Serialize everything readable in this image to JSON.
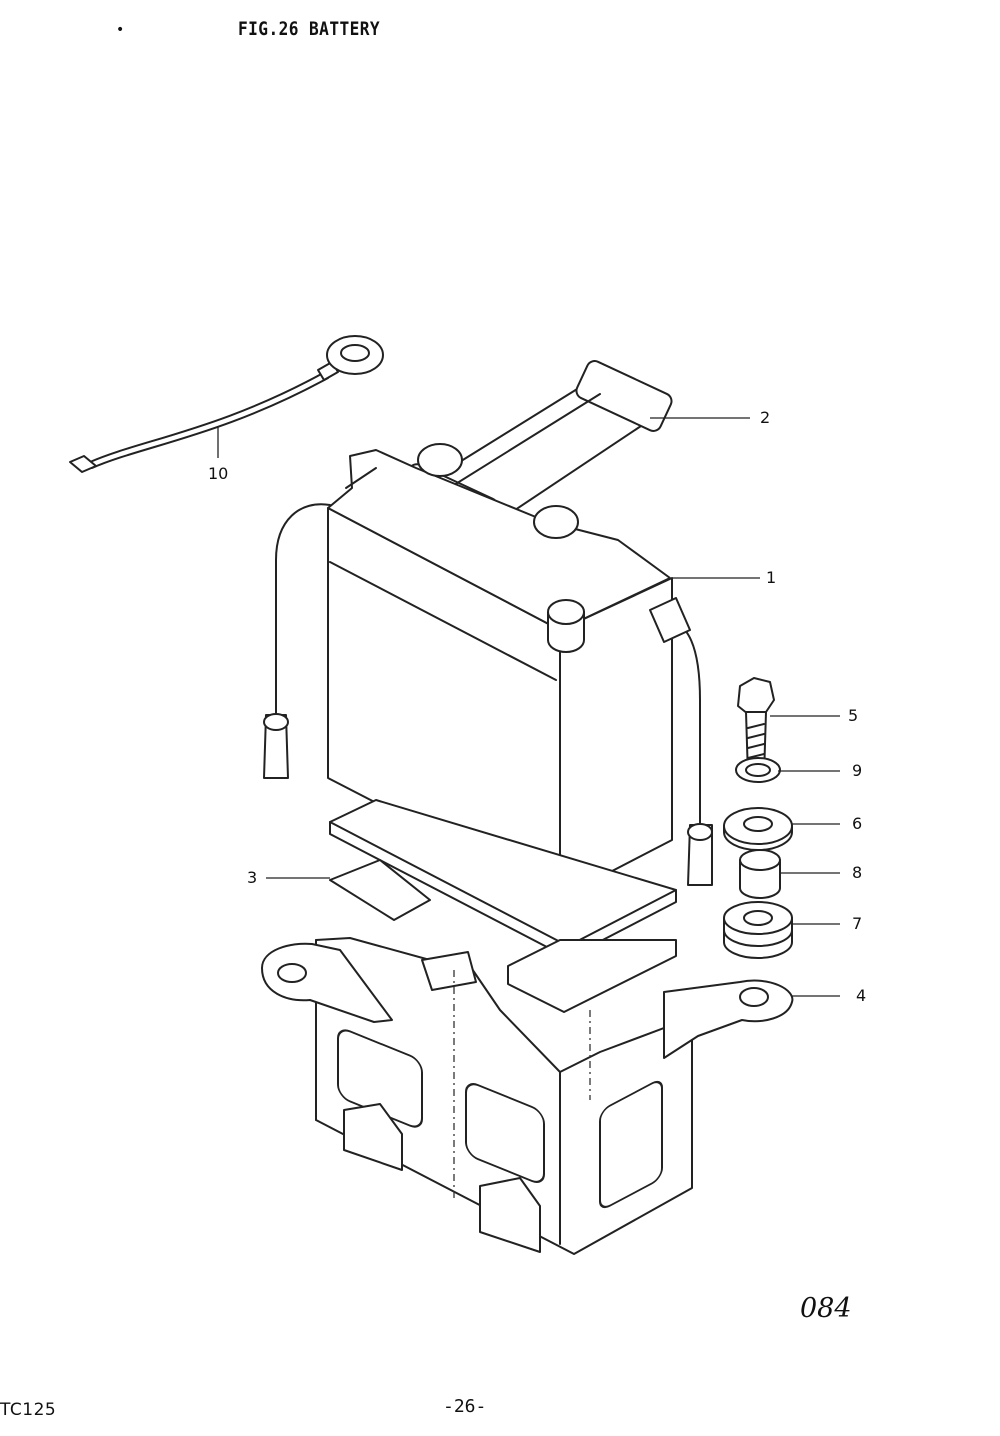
{
  "header": {
    "bullet": "•",
    "figure_title": "FIG.26  BATTERY"
  },
  "callouts": [
    {
      "id": "1",
      "label": "1"
    },
    {
      "id": "2",
      "label": "2"
    },
    {
      "id": "3",
      "label": "3"
    },
    {
      "id": "4",
      "label": "4"
    },
    {
      "id": "5",
      "label": "5"
    },
    {
      "id": "6",
      "label": "6"
    },
    {
      "id": "7",
      "label": "7"
    },
    {
      "id": "8",
      "label": "8"
    },
    {
      "id": "9",
      "label": "9"
    },
    {
      "id": "10",
      "label": "10"
    }
  ],
  "footer": {
    "drawing_code": "084",
    "model_code": "TC125",
    "page_number": "-26-"
  },
  "colors": {
    "line": "#222222",
    "background": "#ffffff"
  }
}
